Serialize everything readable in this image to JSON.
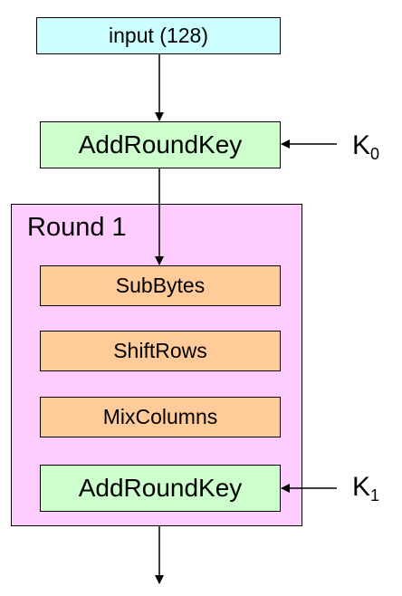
{
  "diagram": {
    "input_label": "input (128)",
    "add_round_key_0": "AddRoundKey",
    "key0": {
      "letter": "K",
      "index": "0"
    },
    "round_title": "Round 1",
    "sub_bytes": "SubBytes",
    "shift_rows": "ShiftRows",
    "mix_columns": "MixColumns",
    "add_round_key_1": "AddRoundKey",
    "key1": {
      "letter": "K",
      "index": "1"
    }
  }
}
